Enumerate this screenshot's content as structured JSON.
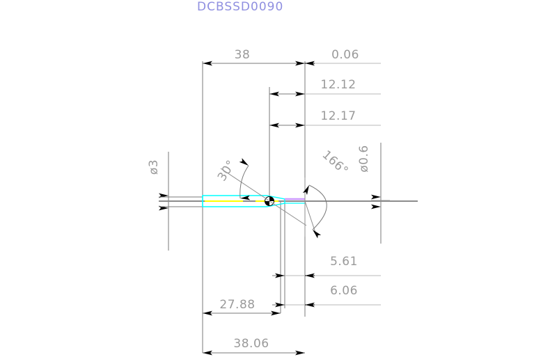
{
  "drawing": {
    "title": "DCBSSD0090",
    "title_color": "#8f8fe0",
    "background": "#ffffff",
    "dim_text_color": "#9a9a9a",
    "line_color": "#808080",
    "part_outline_color": "#00ffff",
    "centerline_color": "#ffff00",
    "highlight_color": "#cc99ff"
  },
  "dimensions": {
    "top": [
      {
        "label": "38",
        "name": "dim-38"
      },
      {
        "label": "0.06",
        "name": "dim-0-06"
      },
      {
        "label": "12.12",
        "name": "dim-12-12"
      },
      {
        "label": "12.17",
        "name": "dim-12-17"
      }
    ],
    "left": [
      {
        "label": "ø3",
        "name": "dim-dia-3"
      }
    ],
    "right": [
      {
        "label": "ø0.6",
        "name": "dim-dia-0-6"
      }
    ],
    "angles": [
      {
        "label": "30°",
        "name": "angle-30"
      },
      {
        "label": "166°",
        "name": "angle-166"
      }
    ],
    "bottom": [
      {
        "label": "5.61",
        "name": "dim-5-61"
      },
      {
        "label": "6.06",
        "name": "dim-6-06"
      },
      {
        "label": "27.88",
        "name": "dim-27-88"
      },
      {
        "label": "38.06",
        "name": "dim-38-06"
      }
    ]
  }
}
